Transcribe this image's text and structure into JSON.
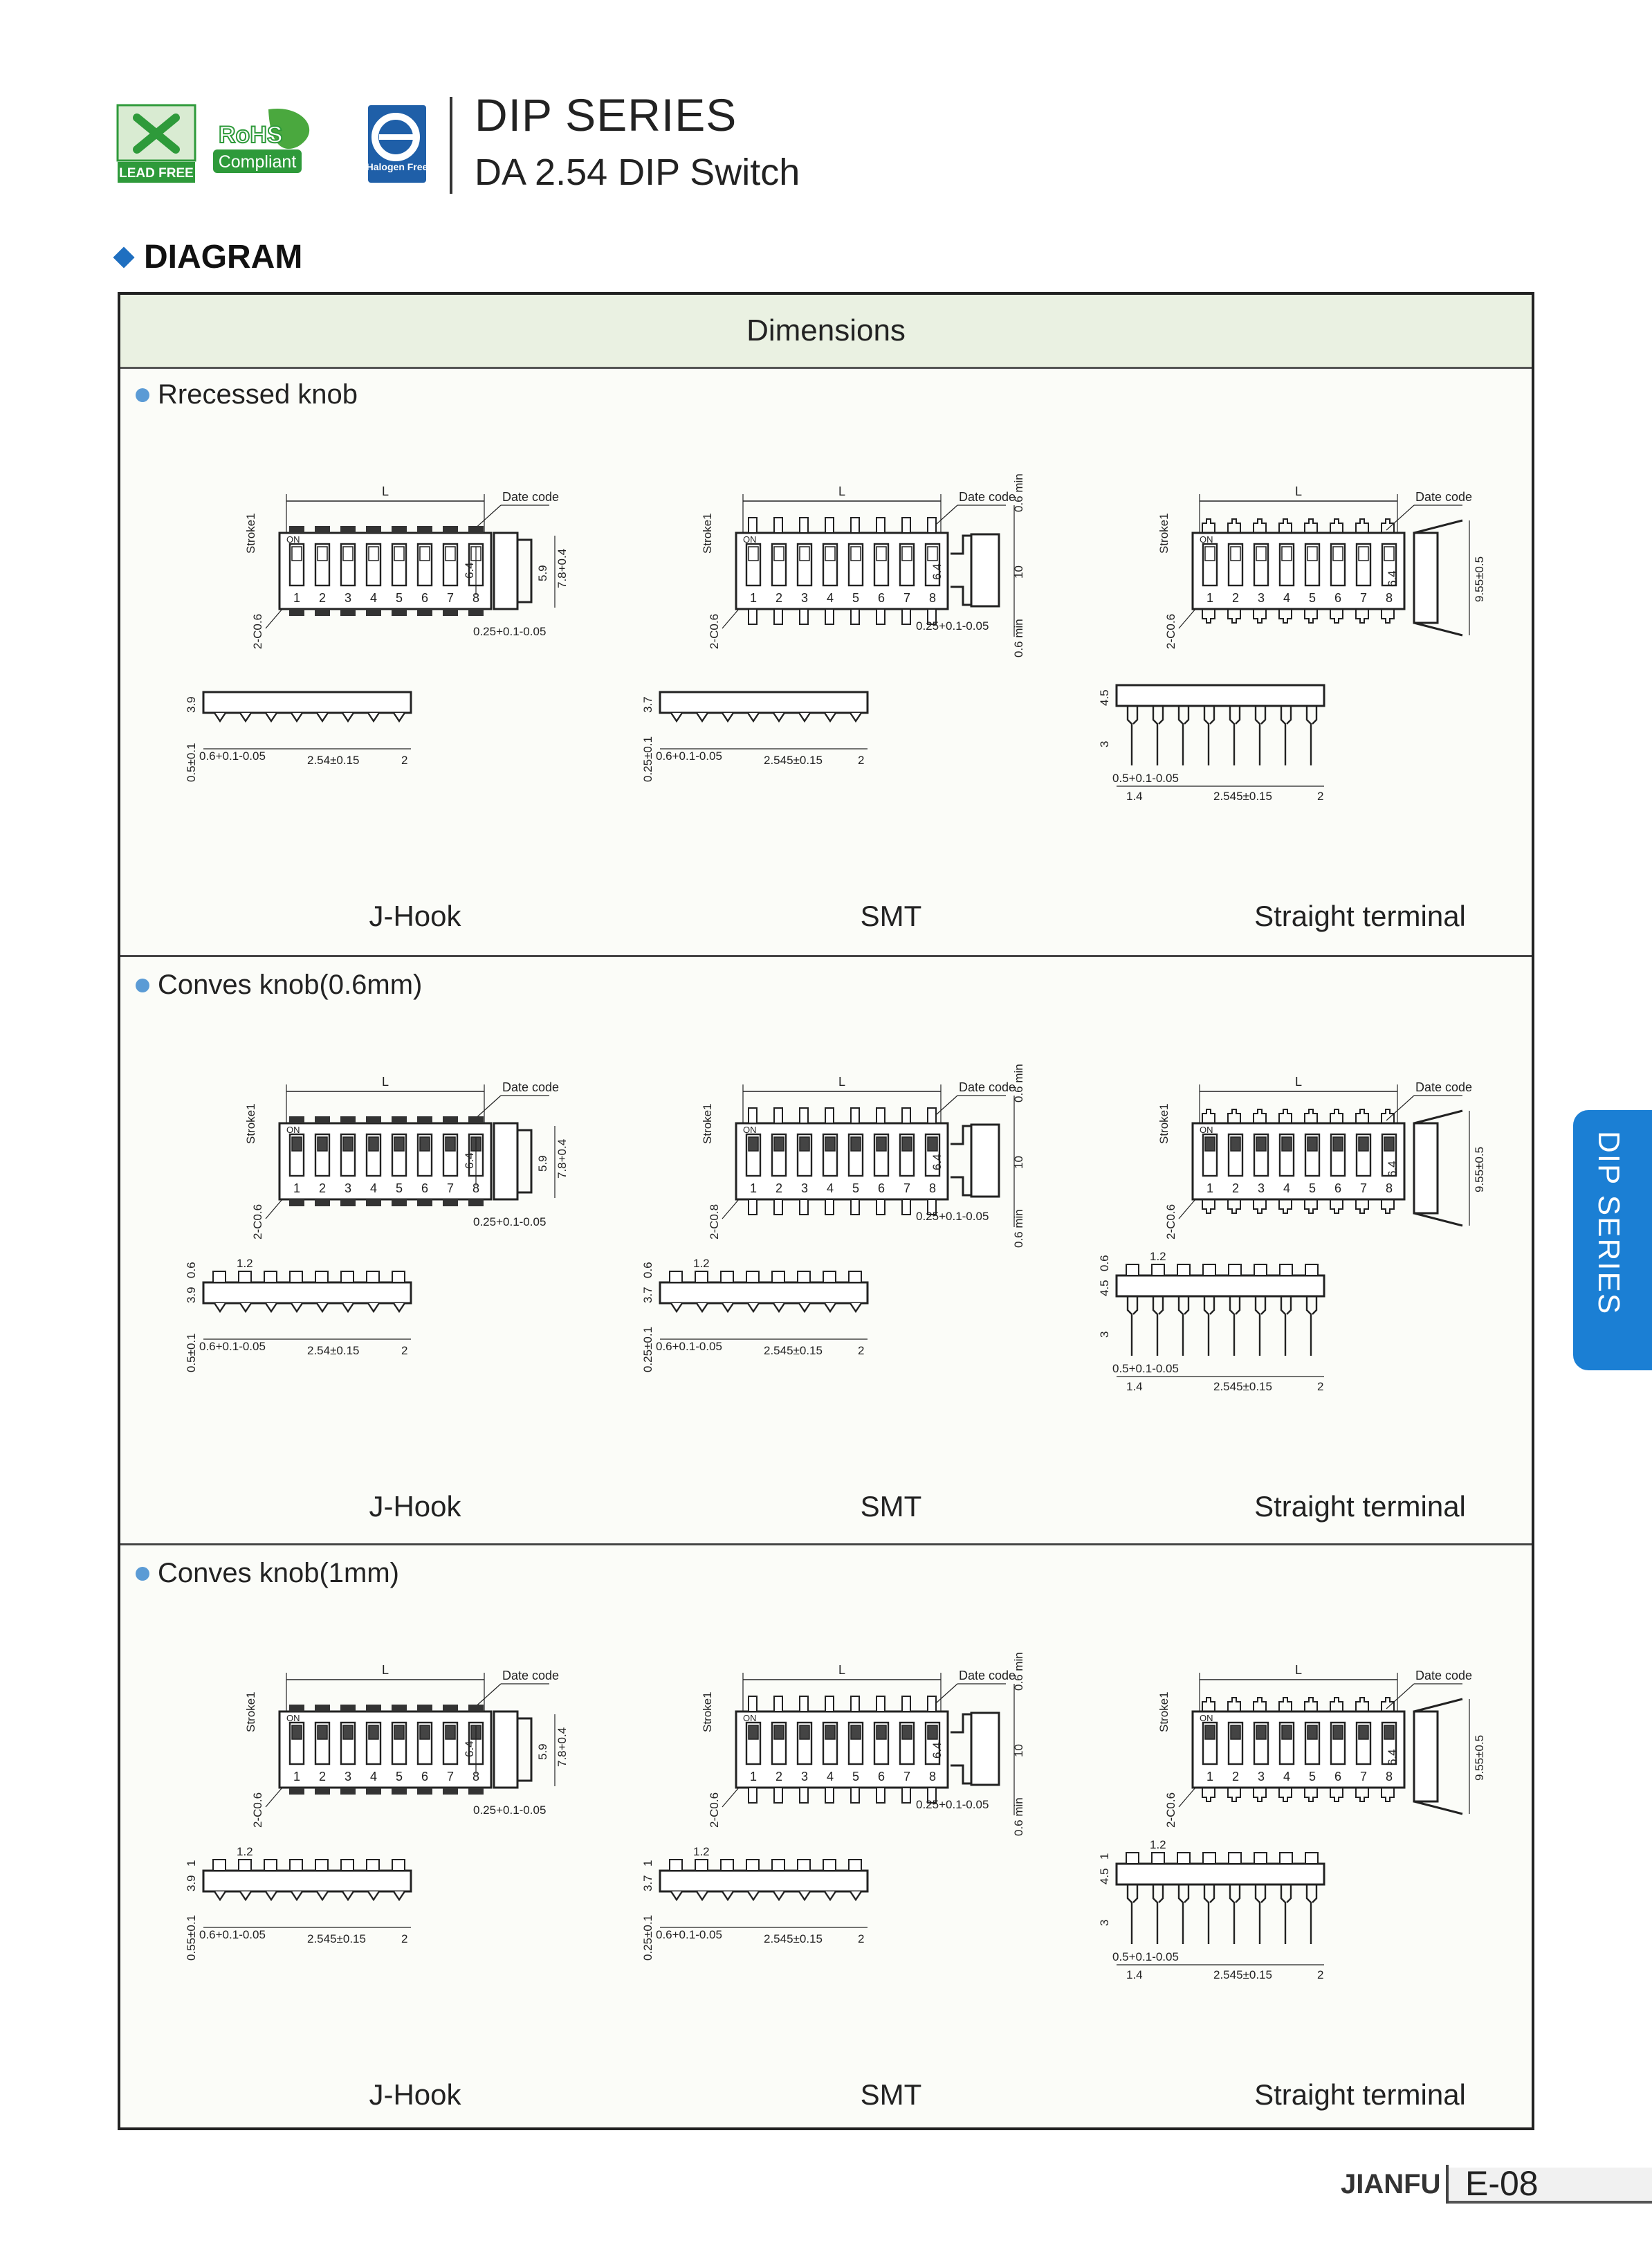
{
  "header": {
    "logos": {
      "lead_free": "LEAD FREE",
      "rohs": "RoHS",
      "compliant": "Compliant",
      "halogen_free": "Halogen Free"
    },
    "title": "DIP SERIES",
    "subtitle": "DA 2.54 DIP Switch"
  },
  "section": {
    "title": "DIAGRAM"
  },
  "table": {
    "header": "Dimensions",
    "rows": [
      {
        "title": "Rrecessed knob",
        "captions": [
          "J-Hook",
          "SMT",
          "Straight terminal"
        ]
      },
      {
        "title": "Conves knob(0.6mm)",
        "captions": [
          "J-Hook",
          "SMT",
          "Straight terminal"
        ]
      },
      {
        "title": "Conves knob(1mm)",
        "captions": [
          "J-Hook",
          "SMT",
          "Straight terminal"
        ]
      }
    ]
  },
  "dims": {
    "L": "L",
    "date_code": "Date code",
    "stroke": "Stroke1",
    "on": "ON",
    "numbers": [
      "1",
      "2",
      "3",
      "4",
      "5",
      "6",
      "7",
      "8"
    ],
    "jhook": {
      "chamfer": "2-C0.6",
      "h64": "6.4",
      "h59": "5.9",
      "h78": "7.8+0.4",
      "lead_t": "0.25+0.1-0.05",
      "h39": "3.9",
      "h_lead": "0.5±0.1",
      "h_lead_1mm": "0.55±0.1",
      "w06": "0.6+0.1-0.05",
      "pitch": "2.54±0.15",
      "pitch_1mm": "2.545±0.15",
      "end": "2",
      "knob06": "0.6",
      "knob1": "1",
      "w12": "1.2"
    },
    "smt": {
      "chamfer": "2-C0.6",
      "chamfer2": "2-C0.8",
      "h64": "6.4",
      "min": "0.6 min",
      "h10": "10",
      "lead_t": "0.25+0.1-0.05",
      "h37": "3.7",
      "h_lead": "0.25±0.1",
      "w06": "0.6+0.1-0.05",
      "pitch": "2.545±0.15",
      "end": "2"
    },
    "straight": {
      "chamfer": "2-C0.6",
      "h64": "6.4",
      "w955": "9.55±0.5",
      "h45": "4.5",
      "h3": "3",
      "pin": "0.5+0.1-0.05",
      "w14": "1.4",
      "pitch": "2.545±0.15",
      "end": "2"
    }
  },
  "sidebar": {
    "tab": "DIP SERIES"
  },
  "footer": {
    "brand": "JIANFU",
    "page": "E-08"
  },
  "colors": {
    "accent_blue": "#1b7fd4",
    "header_green": "#eaf1e2",
    "rohs_green": "#2e9a3a",
    "halogen_blue": "#1f5fa8"
  }
}
